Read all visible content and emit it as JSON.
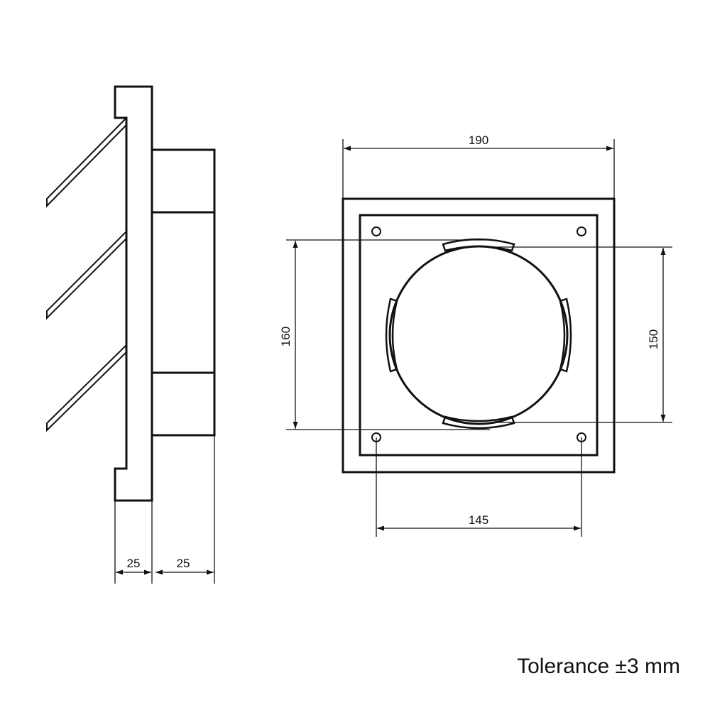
{
  "dimensions": {
    "flange_depth": "25",
    "duct_depth": "25",
    "outer_width": "190",
    "vertical_left": "160",
    "vertical_right": "150",
    "hole_spacing": "145"
  },
  "note": "Tolerance ±3 mm",
  "colors": {
    "line": "#111111",
    "background": "#ffffff"
  }
}
